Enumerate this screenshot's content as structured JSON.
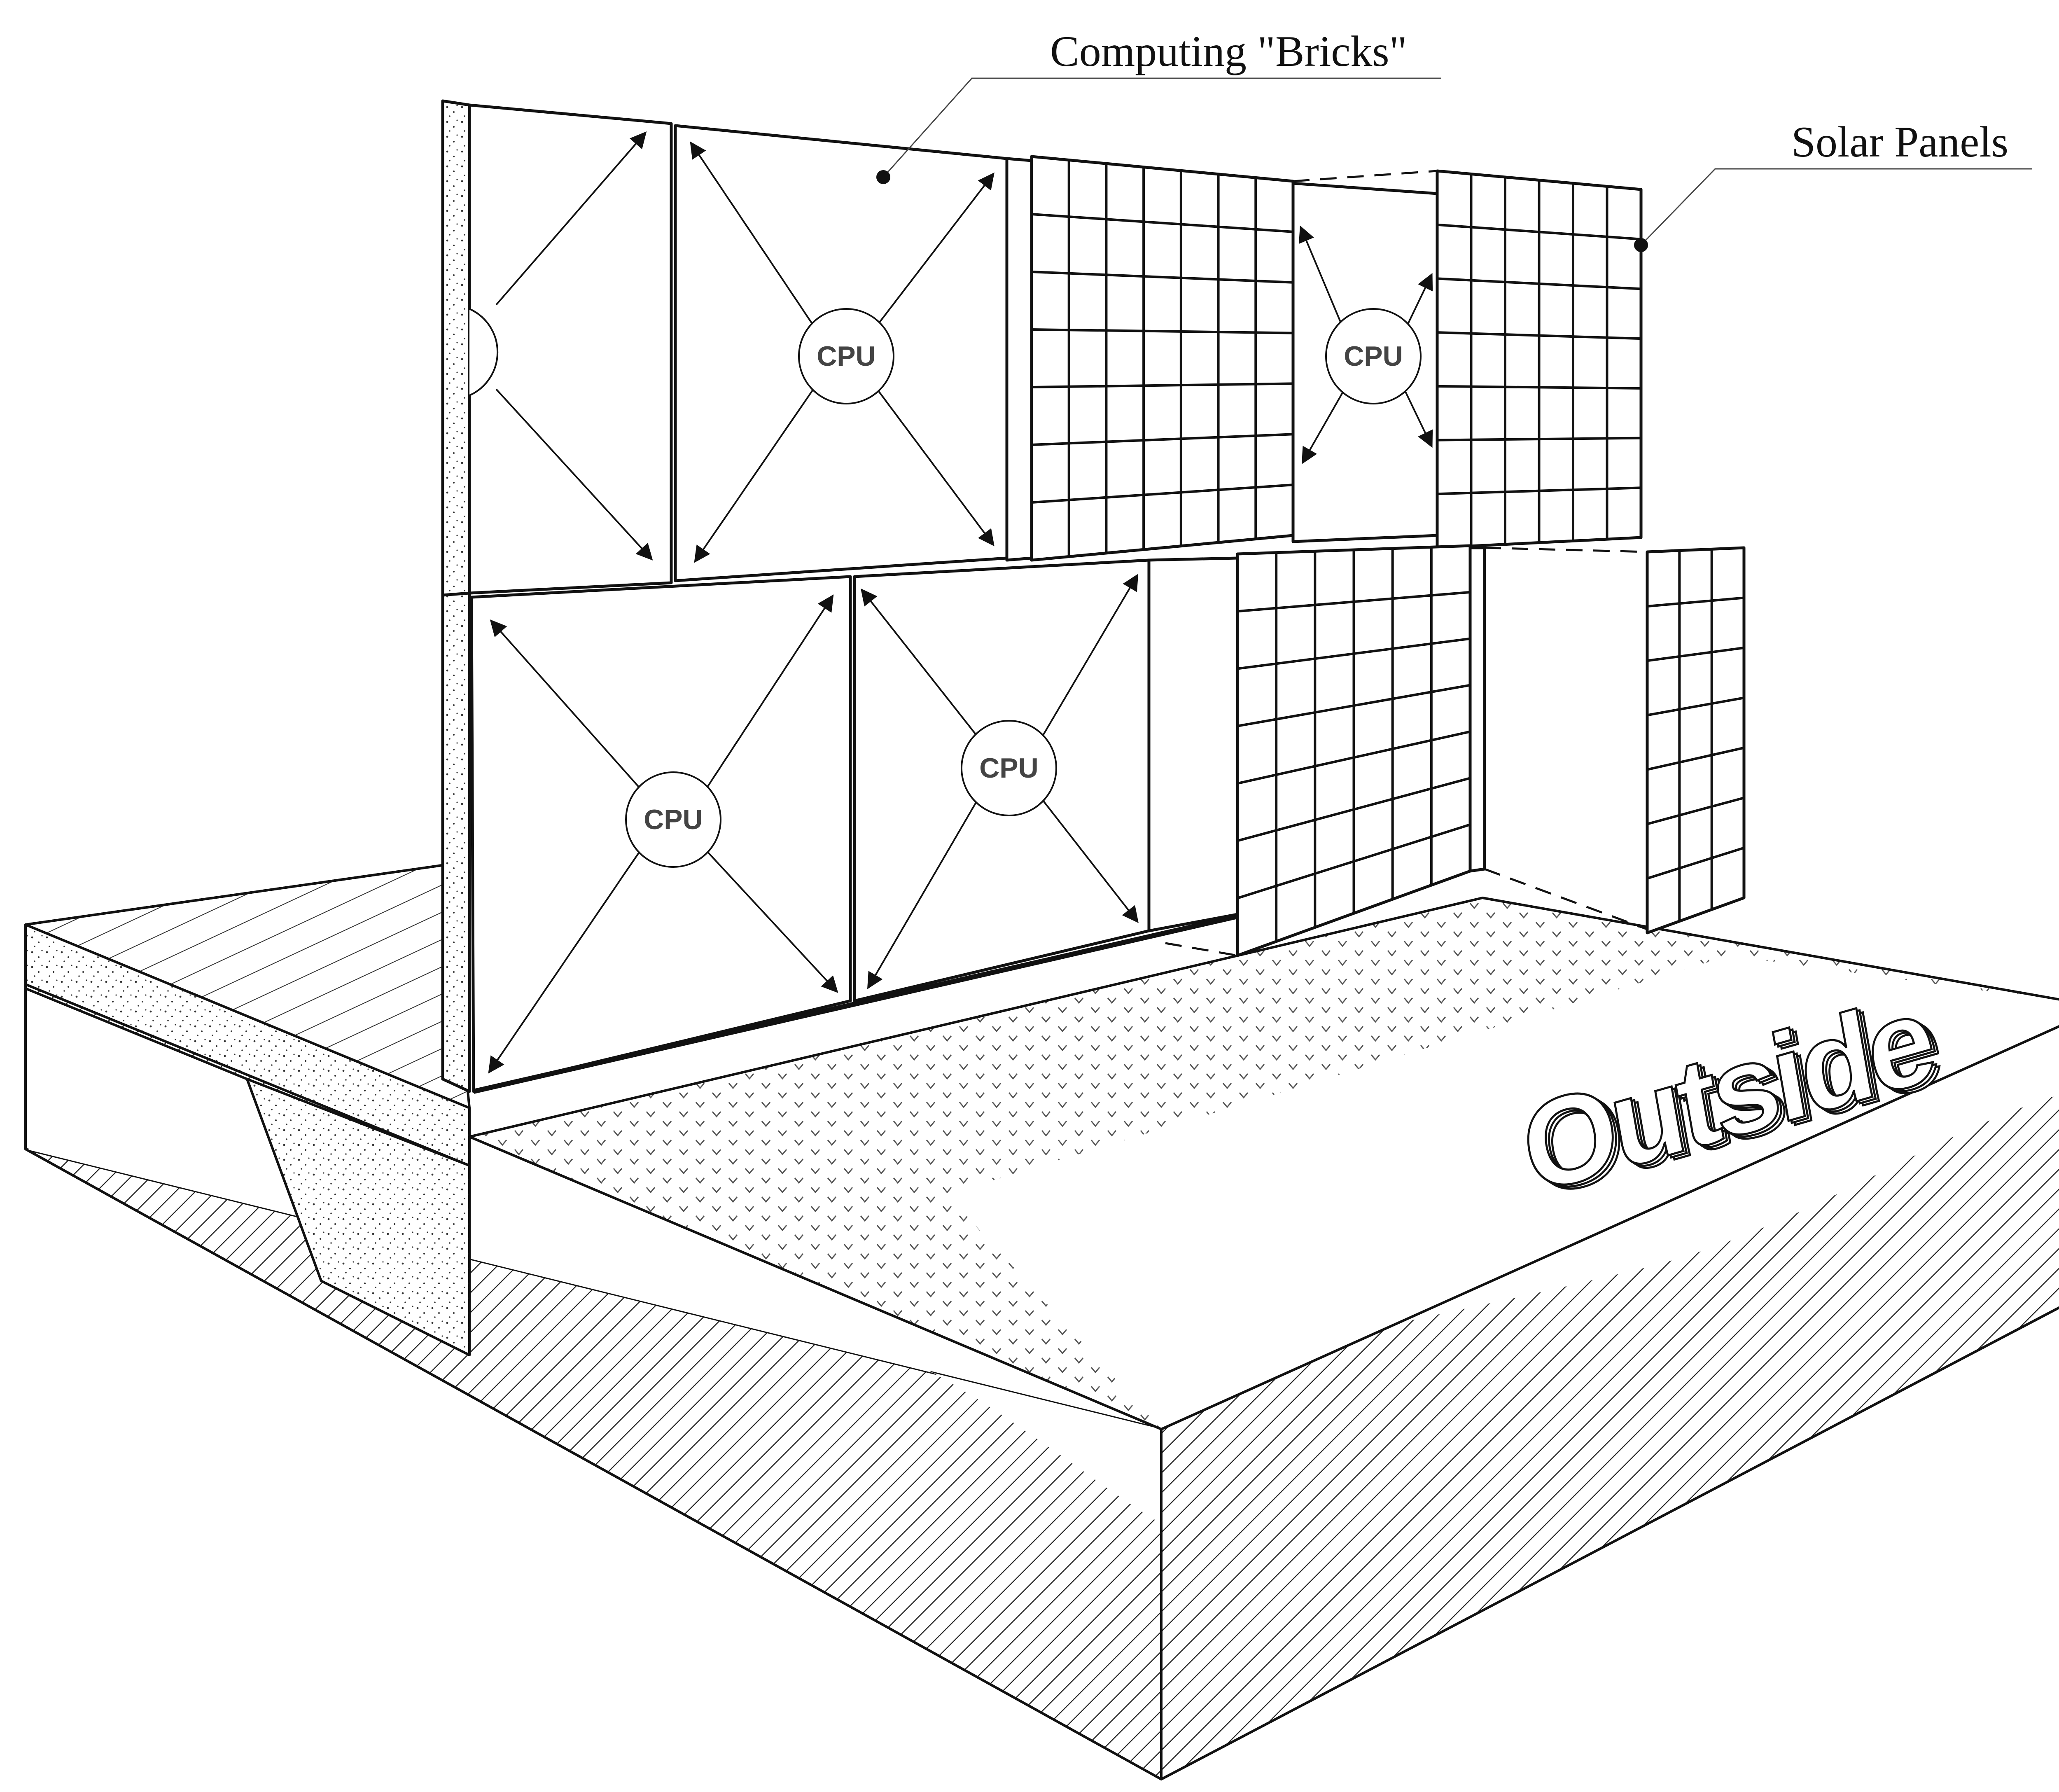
{
  "labels": {
    "computing_bricks": "Computing \"Bricks\"",
    "solar_panels": "Solar Panels",
    "cpu": "CPU",
    "outside": "Outside"
  },
  "colors": {
    "line": "#111111",
    "cpu_text": "#444444",
    "background": "#ffffff"
  }
}
